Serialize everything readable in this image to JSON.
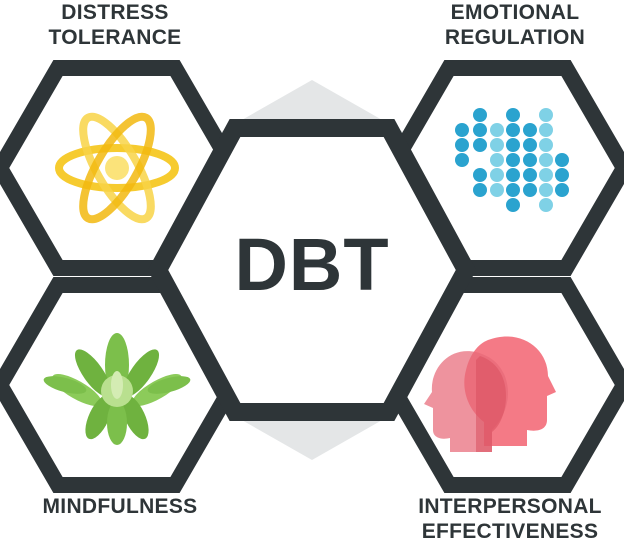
{
  "center": {
    "title": "DBT"
  },
  "quadrants": {
    "distress": {
      "line1": "DISTRESS",
      "line2": "TOLERANCE",
      "icon": "atom-icon"
    },
    "emotional": {
      "line1": "EMOTIONAL",
      "line2": "REGULATION",
      "icon": "waveform-dots-icon"
    },
    "mindfulness": {
      "line1": "MINDFULNESS",
      "line2": "",
      "icon": "flower-icon"
    },
    "interpersonal": {
      "line1": "INTERPERSONAL",
      "line2": "EFFECTIVENESS",
      "icon": "two-heads-icon"
    }
  },
  "colors": {
    "outline": "#2e3538",
    "background_hex": "#e4e6e7",
    "atom": "#f5c518",
    "dots": "#2aa3cf",
    "flower": "#7cbf4b",
    "heads": "#f07a86"
  }
}
